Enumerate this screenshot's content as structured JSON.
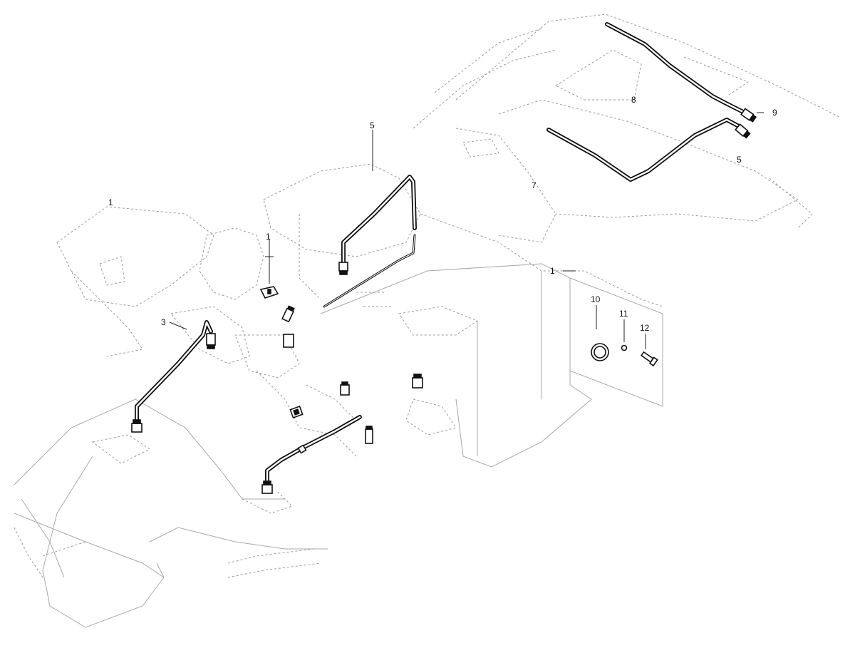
{
  "diagram": {
    "callouts": {
      "c1_left": "1",
      "c1_center": "1",
      "c1_right": "1",
      "c3": "3",
      "c5_top": "5",
      "c5_right": "5",
      "c7": "7",
      "c8": "8",
      "c9": "9",
      "c10": "10",
      "c11": "11",
      "c12": "12"
    }
  }
}
